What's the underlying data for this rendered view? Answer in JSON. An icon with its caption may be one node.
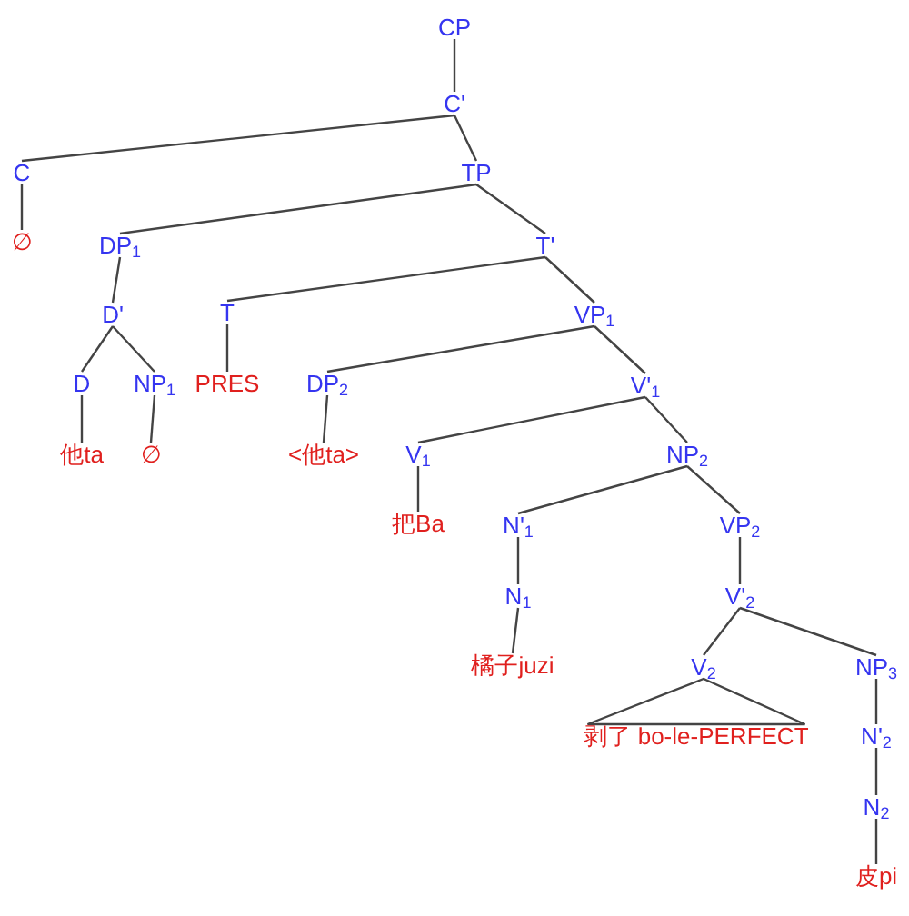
{
  "diagram": {
    "nodes": [
      {
        "text": [
          "CP"
        ]
      },
      {
        "text": [
          "C'"
        ]
      },
      {
        "text": [
          "C"
        ]
      },
      {
        "text": [
          "∅"
        ]
      },
      {
        "text": [
          "TP"
        ]
      },
      {
        "text": [
          "DP$_{1}$"
        ]
      },
      {
        "text": [
          "T'"
        ]
      },
      {
        "text": [
          "D'"
        ]
      },
      {
        "text": [
          "T"
        ]
      },
      {
        "text": [
          "VP$_{1}$"
        ]
      },
      {
        "text": [
          "D"
        ]
      },
      {
        "text": [
          "NP$_{1}$"
        ]
      },
      {
        "text": [
          "PRES"
        ]
      },
      {
        "text": [
          "DP$_{2}$"
        ]
      },
      {
        "text": [
          "V'$_{1}$"
        ]
      },
      {
        "text": [
          "他ta"
        ]
      },
      {
        "text": [
          "∅"
        ]
      },
      {
        "text": [
          "<他ta>"
        ]
      },
      {
        "text": [
          "V$_{1}$"
        ]
      },
      {
        "text": [
          "NP$_{2}$"
        ]
      },
      {
        "text": [
          "把Ba"
        ]
      },
      {
        "text": [
          "N'$_{1}$"
        ]
      },
      {
        "text": [
          "VP$_{2}$"
        ]
      },
      {
        "text": [
          "N$_{1}$"
        ]
      },
      {
        "text": [
          "V'$_{2}$"
        ]
      },
      {
        "text": [
          "橘子juzi"
        ]
      },
      {
        "text": [
          "V$_{2}$"
        ]
      },
      {
        "text": [
          "NP$_{3}$"
        ]
      },
      {
        "text": [
          "剥了 bo-le-PERFECT"
        ]
      },
      {
        "text": [
          "N'$_{2}$"
        ]
      },
      {
        "text": [
          "N$_{2}$"
        ]
      },
      {
        "text": [
          "皮pi"
        ]
      }
    ],
    "edges": [
      {
        "from": 0,
        "to": 1,
        "arrow": "none"
      },
      {
        "from": 1,
        "to": 2,
        "arrow": "none"
      },
      {
        "from": 1,
        "to": 4,
        "arrow": "none"
      },
      {
        "from": 2,
        "to": 3,
        "arrow": "none"
      },
      {
        "from": 4,
        "to": 5,
        "arrow": "none"
      },
      {
        "from": 4,
        "to": 6,
        "arrow": "none"
      },
      {
        "from": 5,
        "to": 7,
        "arrow": "none"
      },
      {
        "from": 6,
        "to": 8,
        "arrow": "none"
      },
      {
        "from": 6,
        "to": 9,
        "arrow": "none"
      },
      {
        "from": 7,
        "to": 10,
        "arrow": "none"
      },
      {
        "from": 7,
        "to": 11,
        "arrow": "none"
      },
      {
        "from": 8,
        "to": 12,
        "arrow": "none"
      },
      {
        "from": 9,
        "to": 13,
        "arrow": "none"
      },
      {
        "from": 9,
        "to": 14,
        "arrow": "none"
      },
      {
        "from": 10,
        "to": 15,
        "arrow": "none"
      },
      {
        "from": 11,
        "to": 16,
        "arrow": "none"
      },
      {
        "from": 13,
        "to": 17,
        "arrow": "none"
      },
      {
        "from": 14,
        "to": 18,
        "arrow": "none"
      },
      {
        "from": 14,
        "to": 19,
        "arrow": "none"
      },
      {
        "from": 18,
        "to": 20,
        "arrow": "none"
      },
      {
        "from": 19,
        "to": 21,
        "arrow": "none"
      },
      {
        "from": 19,
        "to": 22,
        "arrow": "none"
      },
      {
        "from": 21,
        "to": 23,
        "arrow": "none"
      },
      {
        "from": 22,
        "to": 24,
        "arrow": "none"
      },
      {
        "from": 23,
        "to": 25,
        "arrow": "none"
      },
      {
        "from": 24,
        "to": 26,
        "arrow": "none"
      },
      {
        "from": 24,
        "to": 27,
        "arrow": "none"
      },
      {
        "from": 26,
        "to": 28,
        "arrow": "none"
      },
      {
        "from": 27,
        "to": 29,
        "arrow": "none"
      },
      {
        "from": 29,
        "to": 30,
        "arrow": "none"
      },
      {
        "from": 30,
        "to": 31,
        "arrow": "none"
      }
    ]
  }
}
